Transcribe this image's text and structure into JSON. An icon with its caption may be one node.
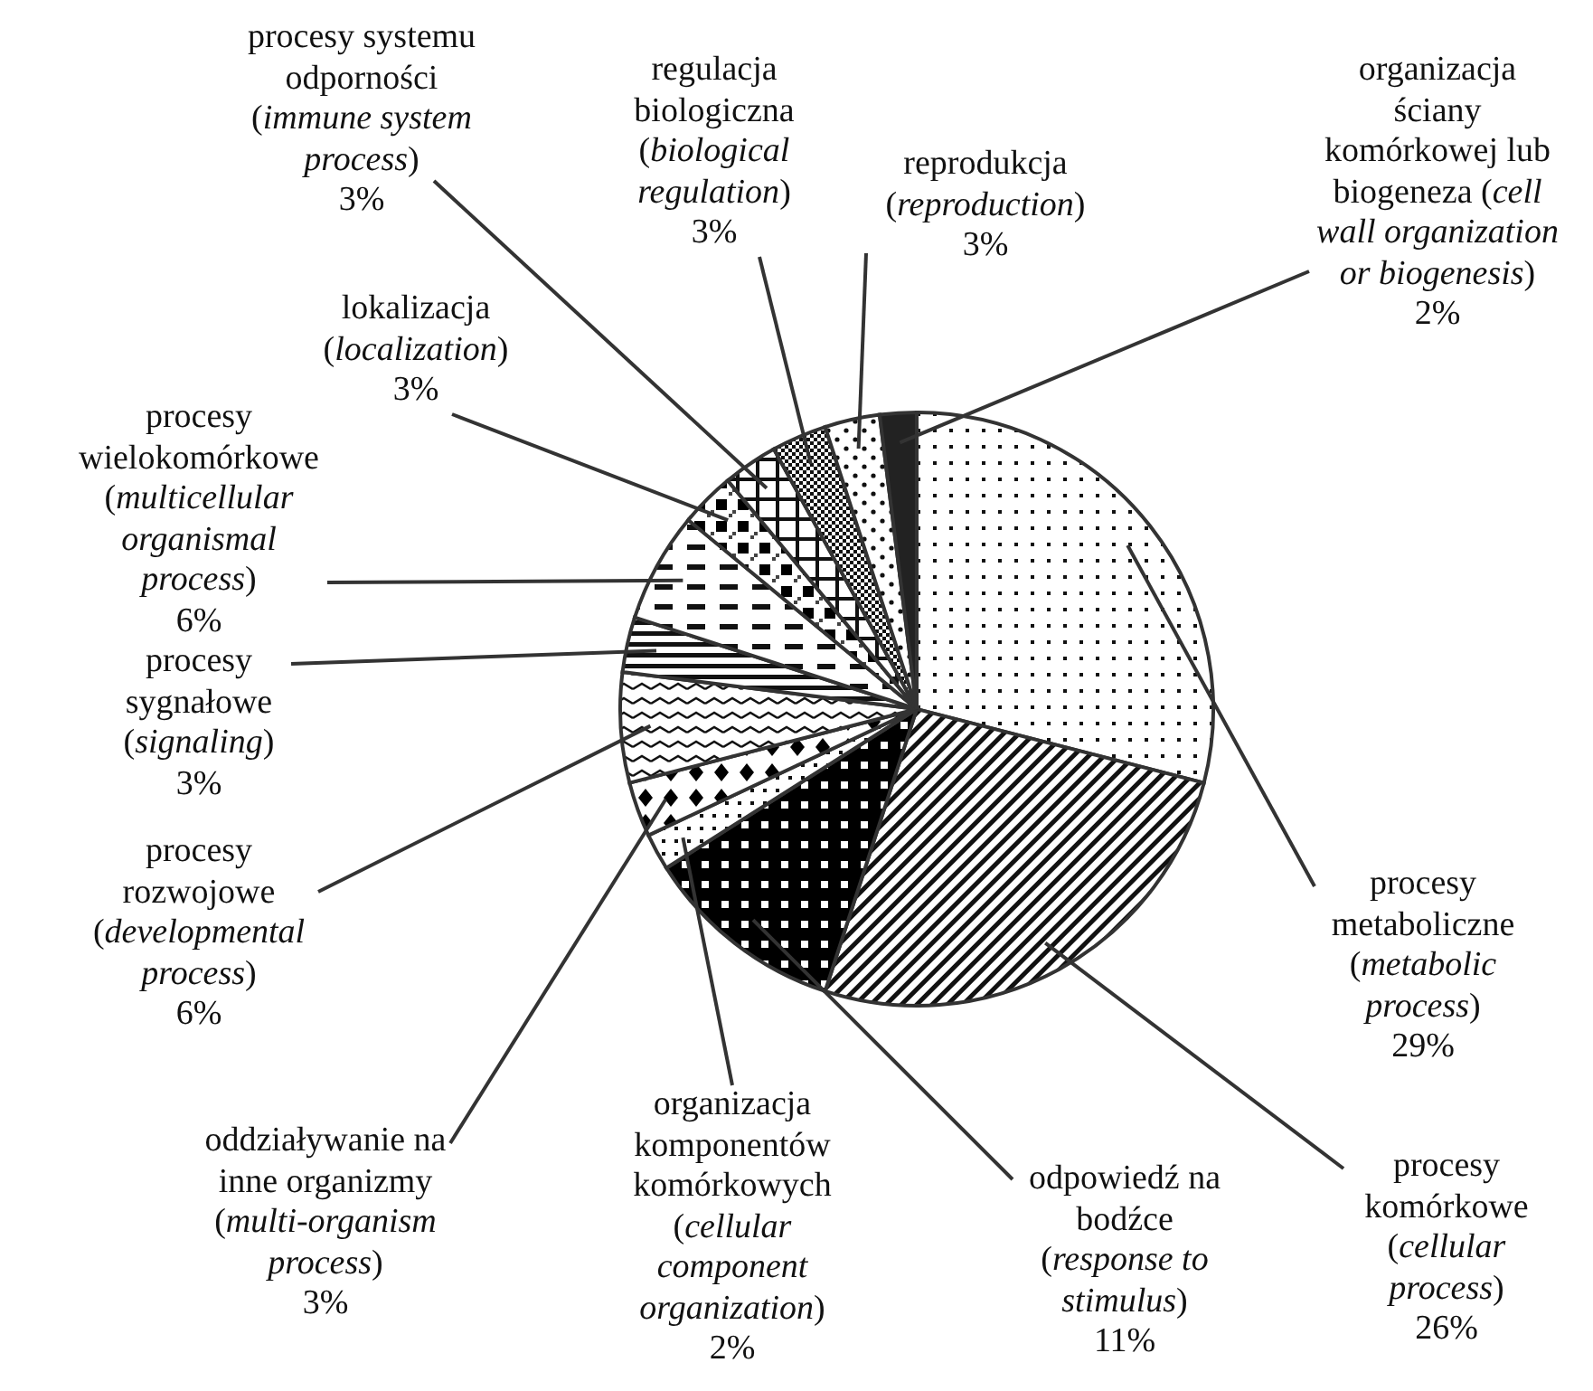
{
  "diagram": {
    "chart_data": {
      "type": "pie",
      "categories": [
        "procesy metaboliczne (*metabolic process*)",
        "procesy komórkowe (*cellular process*)",
        "odpowiedź na bodźce (*response to stimulus*)",
        "organizacja komponentów komórkowych (*cellular component organization*)",
        "oddziaływanie na inne organizmy (*multi-organism process*)",
        "procesy rozwojowe (*developmental process*)",
        "procesy sygnałowe (*signaling*)",
        "procesy wielokomórkowe (*multicellular organismal process*)",
        "lokalizacja (*localization*)",
        "procesy systemu odporności (*immune system process*)",
        "regulacja biologiczna (*biological regulation*)",
        "reprodukcja (*reproduction*)",
        "organizacja ściany komórkowej lub biogeneza (*cell wall organization or biogenesis*)"
      ],
      "values": [
        29,
        26,
        11,
        2,
        3,
        6,
        3,
        6,
        3,
        3,
        3,
        3,
        2
      ],
      "value_labels": [
        "29%",
        "26%",
        "11%",
        "2%",
        "3%",
        "6%",
        "3%",
        "6%",
        "3%",
        "3%",
        "3%",
        "3%",
        "2%"
      ]
    }
  }
}
